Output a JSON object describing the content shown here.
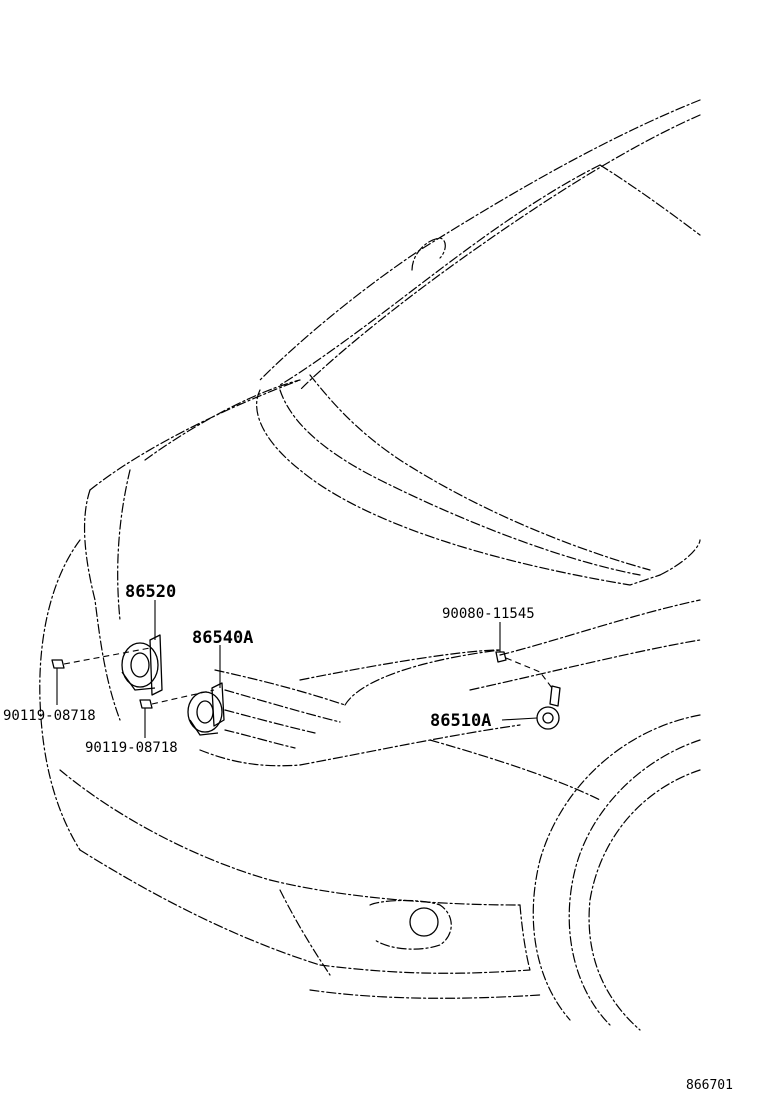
{
  "labels": {
    "horn_high": "86520",
    "horn_low": "86540A",
    "horn_right": "86510A",
    "bolt_left_outer": "90119-08718",
    "bolt_left_inner": "90119-08718",
    "bolt_right": "90080-11545"
  },
  "figure_number": "866701"
}
